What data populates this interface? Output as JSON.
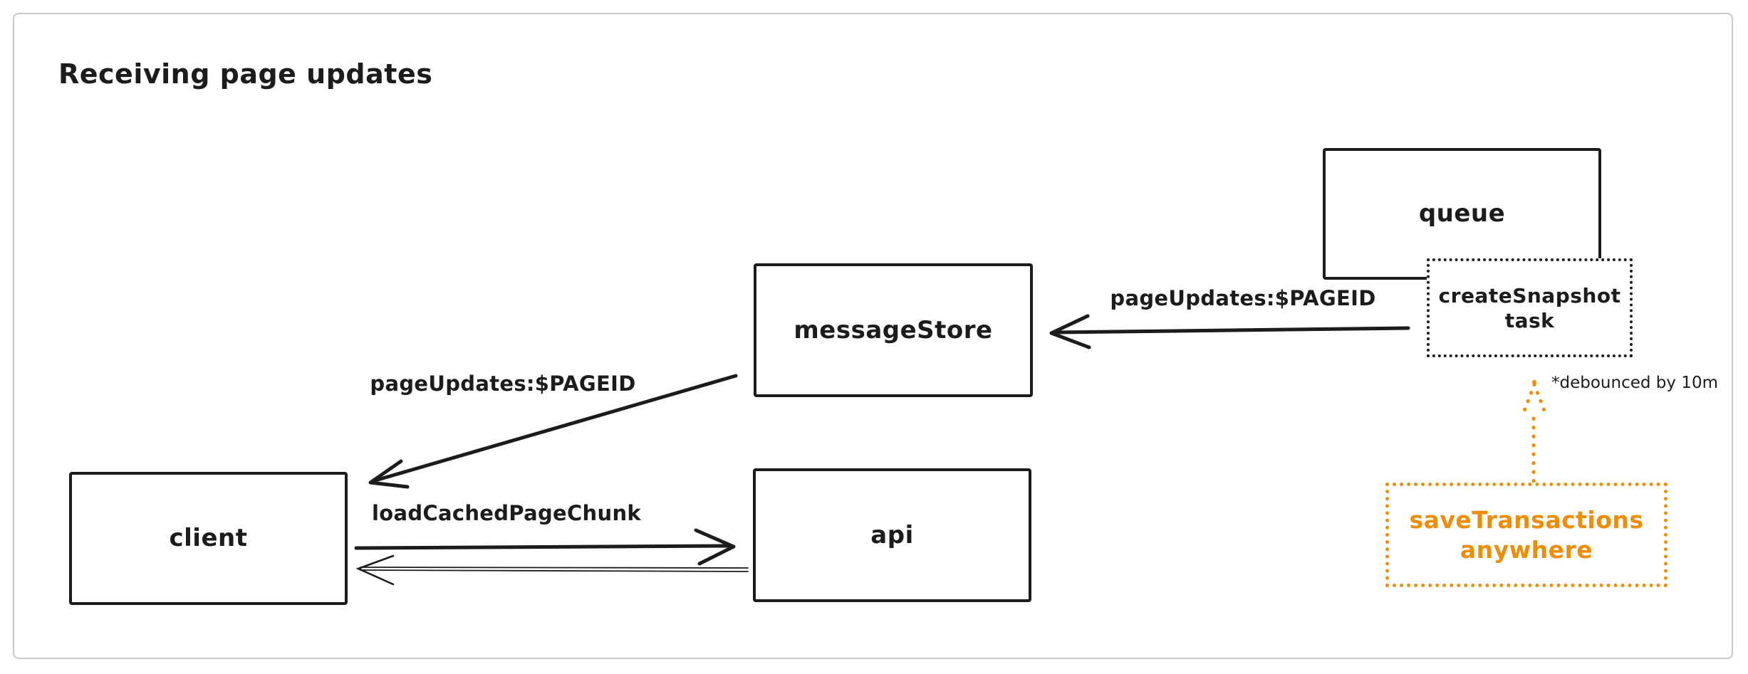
{
  "title": "Receiving page updates",
  "nodes": {
    "queue": {
      "label": "queue"
    },
    "message_store": {
      "label": "messageStore"
    },
    "client": {
      "label": "client"
    },
    "api": {
      "label": "api"
    },
    "create_snapshot_task": {
      "line1": "createSnapshot",
      "line2": "task"
    },
    "save_transactions": {
      "line1": "saveTransactions",
      "line2": "anywhere"
    }
  },
  "edges": {
    "queue_to_message_store": {
      "label": "pageUpdates:$PAGEID",
      "direction": "left"
    },
    "message_store_to_client": {
      "label": "pageUpdates:$PAGEID",
      "direction": "down-left"
    },
    "client_to_api": {
      "label": "loadCachedPageChunk",
      "direction": "right"
    },
    "api_to_client": {
      "label": "",
      "direction": "left"
    },
    "save_transactions_to_create_snapshot": {
      "label": "",
      "direction": "up",
      "style": "dotted"
    }
  },
  "notes": {
    "debounced": "*debounced by 10m"
  },
  "colors": {
    "stroke": "#1c1c1c",
    "accent_orange": "#ef8d06",
    "frame_border": "#c9c9c9",
    "background": "#ffffff"
  }
}
